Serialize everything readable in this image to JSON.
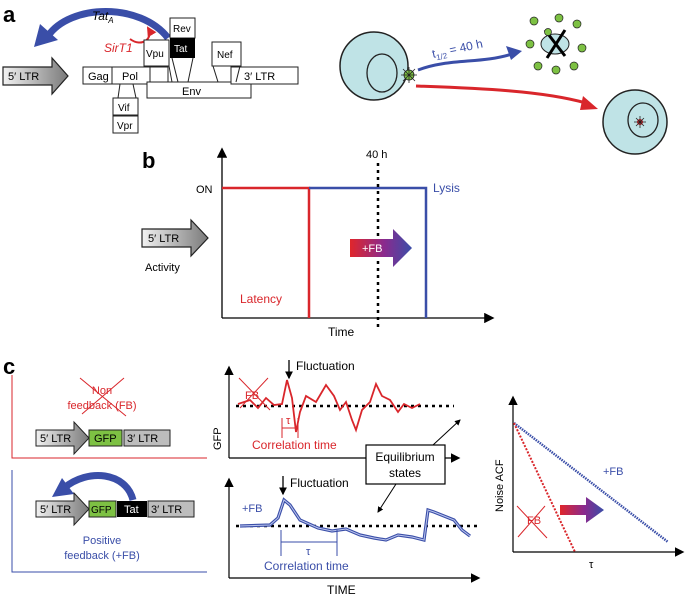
{
  "panels": {
    "a": "a",
    "b": "b",
    "c": "c"
  },
  "genome": {
    "ltr5": "5′ LTR",
    "ltr3": "3′ LTR",
    "gag": "Gag",
    "pol": "Pol",
    "env": "Env",
    "vpu": "Vpu",
    "rev": "Rev",
    "tat": "Tat",
    "nef": "Nef",
    "vif": "Vif",
    "vpr": "Vpr",
    "tat_a_main": "Tat",
    "tat_a_sub": "A",
    "sirt1": "SirT1"
  },
  "cells": {
    "half_life_main": "t",
    "half_life_sub": "1/2",
    "half_life_value": " = 40 h"
  },
  "panel_b": {
    "time_marker": "40 h",
    "on_label": "ON",
    "lysis_label": "Lysis",
    "latency_label": "Latency",
    "fb_label": "+FB",
    "ltr_label": "5′ LTR",
    "activity_label": "Activity",
    "x_axis_label": "Time"
  },
  "panel_c": {
    "nonfb_caption_line1": "Non",
    "nonfb_caption_line2": "feedback (FB)",
    "ltr5": "5′ LTR",
    "gfp": "GFP",
    "ltr3": "3′ LTR",
    "tat": "Tat",
    "fb_caption_line1": "Positive",
    "fb_caption_line2": "feedback (+FB)",
    "fluctuation_top": "Fluctuation",
    "fluctuation_bottom": "Fluctuation",
    "fb_crossed_top": "FB",
    "tau_top": "τ",
    "correlation_top": "Correlation time",
    "gfp_axis": "GFP",
    "equilibrium_line1": "Equilibrium",
    "equilibrium_line2": "states",
    "plus_fb_bottom": "+FB",
    "tau_bottom": "τ",
    "correlation_bottom": "Correlation time",
    "time_axis": "TIME",
    "noise_acf_axis": "Noise ACF",
    "plus_fb_acf": "+FB",
    "fb_crossed_acf": "FB",
    "tau_axis": "τ"
  },
  "colors": {
    "red": "#d9262b",
    "blue": "#3a4ea8",
    "cell_fill": "#bfe3e6",
    "gfp_green": "#7dc143",
    "gray_arrow": "#8c8c8c",
    "light_gray_box": "#bdbdbd"
  }
}
